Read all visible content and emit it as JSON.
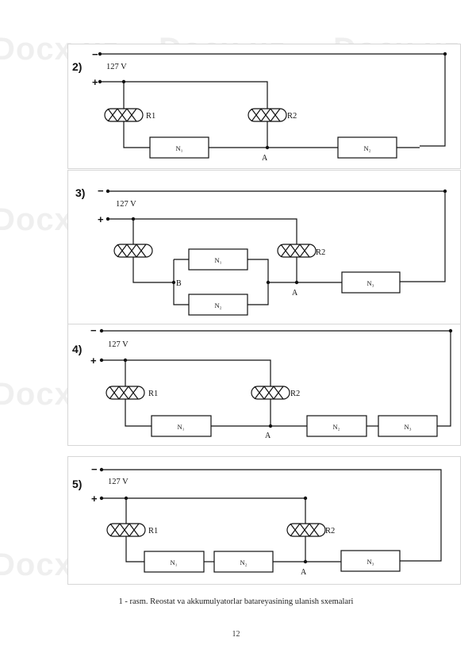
{
  "diagrams": [
    {
      "number": "2)",
      "minus": "−",
      "plus": "+",
      "voltage": "127 V",
      "r1": "R1",
      "r2": "R2",
      "n1": "N₁",
      "n2": "N₂",
      "node_a": "A"
    },
    {
      "number": "3)",
      "minus": "−",
      "plus": "+",
      "voltage": "127 V",
      "r2": "R2",
      "n1": "N₁",
      "n2": "N₂",
      "n3": "N₃",
      "node_a": "A",
      "node_b": "B"
    },
    {
      "number": "4)",
      "minus": "−",
      "plus": "+",
      "voltage": "127 V",
      "r1": "R1",
      "r2": "R2",
      "n1": "N₁",
      "n2": "N₂",
      "n3": "N₃",
      "node_a": "A"
    },
    {
      "number": "5)",
      "minus": "−",
      "plus": "+",
      "voltage": "127 V",
      "r1": "R1",
      "r2": "R2",
      "n1": "N₁",
      "n2": "N₂",
      "n3": "N₃",
      "node_a": "A"
    }
  ],
  "caption": "1 - rasm. Reostat va akkumulyatorlar batareyasining ulanish sxemalari",
  "page_number": "12",
  "watermark": "Docx.uz"
}
